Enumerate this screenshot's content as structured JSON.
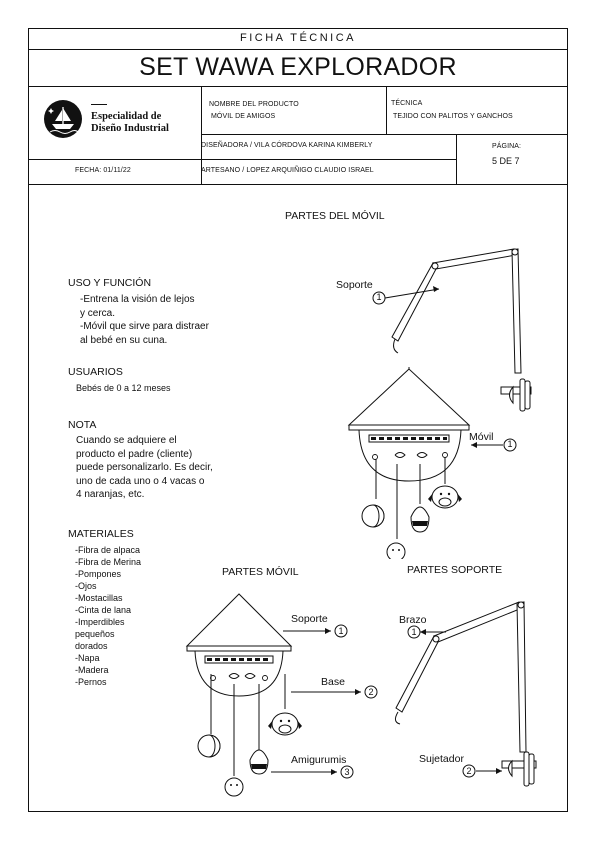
{
  "header": {
    "ficha": "FICHA TÉCNICA",
    "title": "SET WAWA EXPLORADOR",
    "logo_line1": "Especialidad de",
    "logo_line2": "Diseño Industrial",
    "nombre_label": "NOMBRE DEL PRODUCTO",
    "nombre_value": "MÓVIL DE AMIGOS",
    "tecnica_label": "TÉCNICA",
    "tecnica_value": "TEJIDO CON PALITOS Y GANCHOS",
    "disenadora": "DISEÑADORA / VILA CÓRDOVA KARINA KIMBERLY",
    "artesano": "ARTESANO / LOPEZ ARQUIÑIGO CLAUDIO ISRAEL",
    "fecha": "FECHA: 01/11/22",
    "pagina_label": "PÁGINA:",
    "pagina_value": "5 DE 7"
  },
  "uso": {
    "title": "USO Y FUNCIÓN",
    "lines": [
      "-Entrena la visión de lejos",
      "y cerca.",
      "-Móvil que sirve para distraer",
      "al bebé en su cuna."
    ]
  },
  "usuarios": {
    "title": "USUARIOS",
    "text": "Bebés de 0 a 12 meses"
  },
  "nota": {
    "title": "NOTA",
    "lines": [
      "Cuando se adquiere el",
      "producto el padre (cliente)",
      "puede personalizarlo. Es decir,",
      "uno de cada uno o 4 vacas o",
      "4 naranjas, etc."
    ]
  },
  "materiales": {
    "title": "MATERIALES",
    "items": [
      "-Fibra de alpaca",
      "-Fibra de Merina",
      "-Pompones",
      "-Ojos",
      "-Mostacillas",
      "-Cinta de lana",
      "-Imperdibles",
      "pequeños",
      "dorados",
      "-Napa",
      "-Madera",
      "-Pernos"
    ]
  },
  "partes_movil_top": {
    "title": "PARTES DEL MÓVIL",
    "callouts": [
      {
        "num": "1",
        "label": "Soporte"
      },
      {
        "num": "1",
        "label": "Móvil"
      }
    ]
  },
  "partes_movil": {
    "title": "PARTES MÓVIL",
    "callouts": [
      {
        "num": "1",
        "label": "Soporte"
      },
      {
        "num": "2",
        "label": "Base"
      },
      {
        "num": "3",
        "label": "Amigurumis"
      }
    ]
  },
  "partes_soporte": {
    "title": "PARTES SOPORTE",
    "callouts": [
      {
        "num": "1",
        "label": "Brazo"
      },
      {
        "num": "2",
        "label": "Sujetador"
      }
    ]
  }
}
